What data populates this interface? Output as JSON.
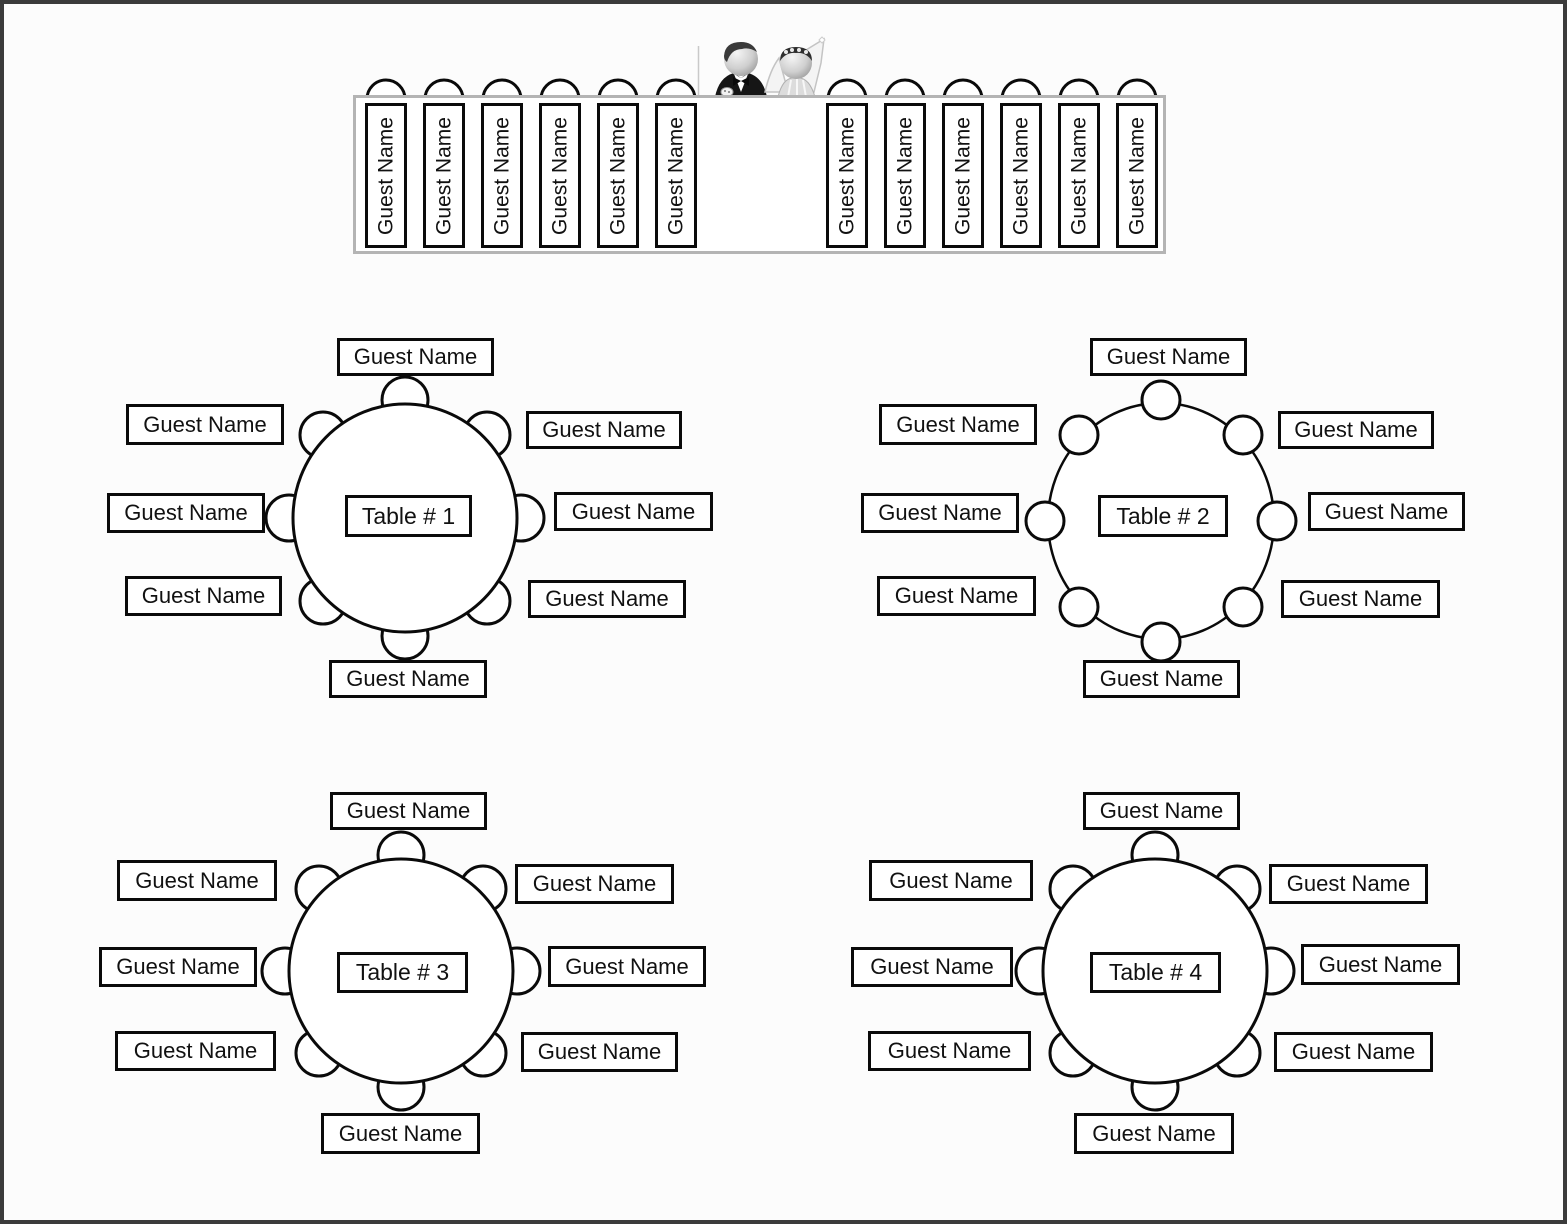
{
  "head_table": {
    "seats_left": [
      "Guest Name",
      "Guest Name",
      "Guest Name",
      "Guest Name",
      "Guest Name",
      "Guest Name"
    ],
    "seats_right": [
      "Guest Name",
      "Guest Name",
      "Guest Name",
      "Guest Name",
      "Guest Name",
      "Guest Name"
    ],
    "icons": {
      "couple": "bride-and-groom-icon"
    }
  },
  "tables": [
    {
      "name": "Table # 1",
      "seats": [
        "Guest Name",
        "Guest Name",
        "Guest Name",
        "Guest Name",
        "Guest Name",
        "Guest Name",
        "Guest Name",
        "Guest Name"
      ]
    },
    {
      "name": "Table # 2",
      "seats": [
        "Guest Name",
        "Guest Name",
        "Guest Name",
        "Guest Name",
        "Guest Name",
        "Guest Name",
        "Guest Name",
        "Guest Name"
      ]
    },
    {
      "name": "Table # 3",
      "seats": [
        "Guest Name",
        "Guest Name",
        "Guest Name",
        "Guest Name",
        "Guest Name",
        "Guest Name",
        "Guest Name",
        "Guest Name"
      ]
    },
    {
      "name": "Table # 4",
      "seats": [
        "Guest Name",
        "Guest Name",
        "Guest Name",
        "Guest Name",
        "Guest Name",
        "Guest Name",
        "Guest Name",
        "Guest Name"
      ]
    }
  ],
  "colors": {
    "line": "#0a0a0a",
    "head_table_border": "#b4b4b4",
    "page_frame": "#3b3b3b",
    "background": "#fcfcfc"
  }
}
